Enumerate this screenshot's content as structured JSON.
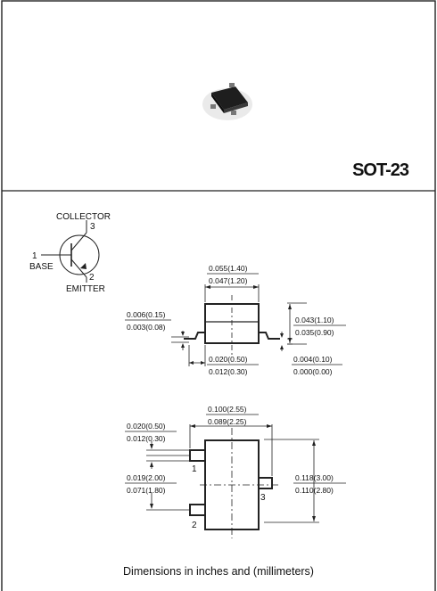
{
  "package_name": "SOT-23",
  "footer_note": "Dimensions in inches and (millimeters)",
  "schematic": {
    "collector_label": "COLLECTOR",
    "collector_pin": "3",
    "base_pin": "1",
    "base_label": "BASE",
    "emitter_pin": "2",
    "emitter_label": "EMITTER"
  },
  "side_view": {
    "overall_width_max": "0.055(1.40)",
    "overall_width_min": "0.047(1.20)",
    "lead_thickness_max": "0.006(0.15)",
    "lead_thickness_min": "0.003(0.08)",
    "body_height_max": "0.043(1.10)",
    "body_height_min": "0.035(0.90)",
    "lead_length_max": "0.020(0.50)",
    "lead_length_min": "0.012(0.30)",
    "standoff_max": "0.004(0.10)",
    "standoff_min": "0.000(0.00)"
  },
  "top_view": {
    "overall_width_max": "0.100(2.55)",
    "overall_width_min": "0.089(2.25)",
    "lead_width_max": "0.020(0.50)",
    "lead_width_min": "0.012(0.30)",
    "pitch_max": "0.019(2.00)",
    "pitch_min": "0.071(1.80)",
    "body_length_max": "0.118(3.00)",
    "body_length_min": "0.110(2.80)",
    "pin1": "1",
    "pin2": "2",
    "pin3": "3"
  }
}
